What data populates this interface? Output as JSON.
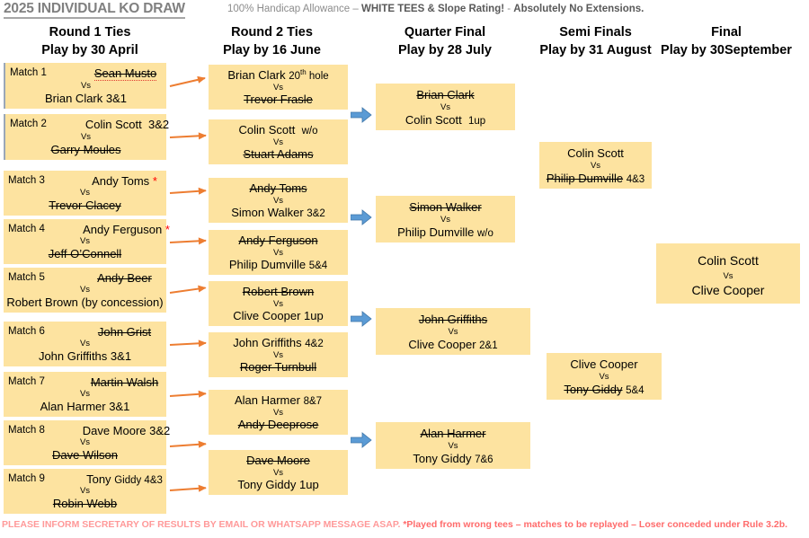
{
  "title": {
    "main": "2025 INDIVIDUAL KO DRAW",
    "sub_plain_1": "100% Handicap Allowance – ",
    "sub_bold_1": "WHITE TEES & Slope Rating!",
    "sub_plain_2": "  -  ",
    "sub_bold_2": "Absolutely No Extensions."
  },
  "columns": [
    {
      "name": "round1",
      "heading": "Round 1 Ties",
      "subheading": "Play by 30 April"
    },
    {
      "name": "round2",
      "heading": "Round 2 Ties",
      "subheading": "Play by 16 June"
    },
    {
      "name": "quarter_final",
      "heading": "Quarter Final",
      "subheading": "Play by 28 July"
    },
    {
      "name": "semi_finals",
      "heading": "Semi Finals",
      "subheading": "Play by 31 August"
    },
    {
      "name": "final",
      "heading": "Final",
      "subheading": "Play by 30September"
    }
  ],
  "vs_label": "Vs",
  "round1": [
    {
      "label": "Match 1",
      "top": {
        "name": "Sean Musto",
        "score": "",
        "struck": true,
        "spellcheck": true,
        "star": false
      },
      "bottom": {
        "name": "Brian Clark",
        "score": "3&1",
        "struck": false,
        "star": false
      }
    },
    {
      "label": "Match 2",
      "top": {
        "name": "Colin Scott",
        "score": "3&2",
        "struck": false,
        "star": false
      },
      "bottom": {
        "name": "Garry Moules",
        "score": "",
        "struck": true,
        "star": false
      }
    },
    {
      "label": "Match 3",
      "top": {
        "name": "Andy Toms",
        "score": "",
        "struck": false,
        "star": true
      },
      "bottom": {
        "name": "Trevor Clacey",
        "score": "",
        "struck": true,
        "star": false
      }
    },
    {
      "label": "Match 4",
      "top": {
        "name": "Andy Ferguson",
        "score": "",
        "struck": false,
        "star": true
      },
      "bottom": {
        "name": "Jeff O’Connell",
        "score": "",
        "struck": true,
        "star": false
      }
    },
    {
      "label": "Match 5",
      "top": {
        "name": "Andy Beer",
        "score": "",
        "struck": true,
        "star": false
      },
      "bottom": {
        "name": "Robert Brown (by concession)",
        "score": "",
        "struck": false,
        "star": false
      }
    },
    {
      "label": "Match 6",
      "top": {
        "name": "John Grist",
        "score": "",
        "struck": true,
        "star": false
      },
      "bottom": {
        "name": "John Griffiths",
        "score": "3&1",
        "struck": false,
        "star": false
      }
    },
    {
      "label": "Match 7",
      "top": {
        "name": "Martin Walsh",
        "score": "",
        "struck": true,
        "star": false
      },
      "bottom": {
        "name": "Alan Harmer",
        "score": "3&1",
        "struck": false,
        "star": false
      }
    },
    {
      "label": "Match 8",
      "top": {
        "name": "Dave Moore",
        "score": "3&2",
        "struck": false,
        "star": false
      },
      "bottom": {
        "name": "Dave Wilson",
        "score": "",
        "struck": true,
        "star": false
      }
    },
    {
      "label": "Match 9",
      "top": {
        "name": "Tony",
        "score": "Giddy 4&3",
        "struck": false,
        "star": false
      },
      "bottom": {
        "name": "Robin Webb",
        "score": "",
        "struck": true,
        "star": false
      }
    }
  ],
  "round2": [
    {
      "top": {
        "name": "Brian Clark",
        "score": "20th hole",
        "superscript": "th",
        "struck": false
      },
      "bottom": {
        "name": "Trevor Frasle",
        "score": "",
        "struck": true
      }
    },
    {
      "top": {
        "name": "Colin Scott",
        "score": "w/o",
        "struck": false
      },
      "bottom": {
        "name": "Stuart Adams",
        "score": "",
        "struck": true
      }
    },
    {
      "top": {
        "name": "Andy Toms",
        "score": "",
        "struck": true
      },
      "bottom": {
        "name": "Simon Walker",
        "score": "3&2",
        "struck": false
      }
    },
    {
      "top": {
        "name": "Andy Ferguson",
        "score": "",
        "struck": true
      },
      "bottom": {
        "name": "Philip Dumville",
        "score": "5&4",
        "struck": false
      }
    },
    {
      "top": {
        "name": "Robert Brown",
        "score": "",
        "struck": true
      },
      "bottom": {
        "name": "Clive Cooper",
        "score": "1up",
        "struck": false
      }
    },
    {
      "top": {
        "name": "John Griffiths",
        "score": "4&2",
        "struck": false
      },
      "bottom": {
        "name": "Roger Turnbull",
        "score": "",
        "struck": true
      }
    },
    {
      "top": {
        "name": "Alan Harmer",
        "score": "8&7",
        "struck": false
      },
      "bottom": {
        "name": "Andy Deeprose",
        "score": "",
        "struck": true
      }
    },
    {
      "top": {
        "name": "Dave Moore",
        "score": "",
        "struck": true
      },
      "bottom": {
        "name": "Tony Giddy",
        "score": "1up",
        "struck": false
      }
    }
  ],
  "quarter_final": [
    {
      "top": {
        "name": "Brian Clark",
        "score": "",
        "struck": true
      },
      "bottom": {
        "name": "Colin Scott",
        "score": "1up",
        "struck": false
      }
    },
    {
      "top": {
        "name": "Simon Walker",
        "score": "",
        "struck": true
      },
      "bottom": {
        "name": "Philip Dumville",
        "score": "w/o",
        "struck": false
      }
    },
    {
      "top": {
        "name": "John Griffiths",
        "score": "",
        "struck": true
      },
      "bottom": {
        "name": "Clive Cooper",
        "score": "2&1",
        "struck": false
      }
    },
    {
      "top": {
        "name": "Alan Harmer",
        "score": "",
        "struck": true
      },
      "bottom": {
        "name": "Tony Giddy",
        "score": "7&6",
        "struck": false
      }
    }
  ],
  "semi_finals": [
    {
      "top": {
        "name": "Colin Scott",
        "score": "",
        "struck": false
      },
      "bottom": {
        "name": "Philip Dumville",
        "score": "4&3",
        "struck": true
      }
    },
    {
      "top": {
        "name": "Clive Cooper",
        "score": "",
        "struck": false
      },
      "bottom": {
        "name": "Tony Giddy",
        "score": "5&4",
        "struck": true
      }
    }
  ],
  "final": [
    {
      "top": {
        "name": "Colin Scott",
        "score": "",
        "struck": false
      },
      "bottom": {
        "name": "Clive Cooper",
        "score": "",
        "struck": false
      }
    }
  ],
  "footer": {
    "plain": "PLEASE INFORM SECRETARY OF RESULTS BY EMAIL OR WHATSAPP MESSAGE ASAP. ",
    "red": "*Played from wrong tees – matches to be replayed – Loser conceded under Rule 3.2b."
  },
  "colors": {
    "box_fill": "#fde3a0",
    "orange_arrow": "#ed7d31",
    "blue_arrow": "#5b9bd5",
    "title_grey": "#808080",
    "footer_pink": "#ff9999",
    "star_red": "#ff0000"
  }
}
